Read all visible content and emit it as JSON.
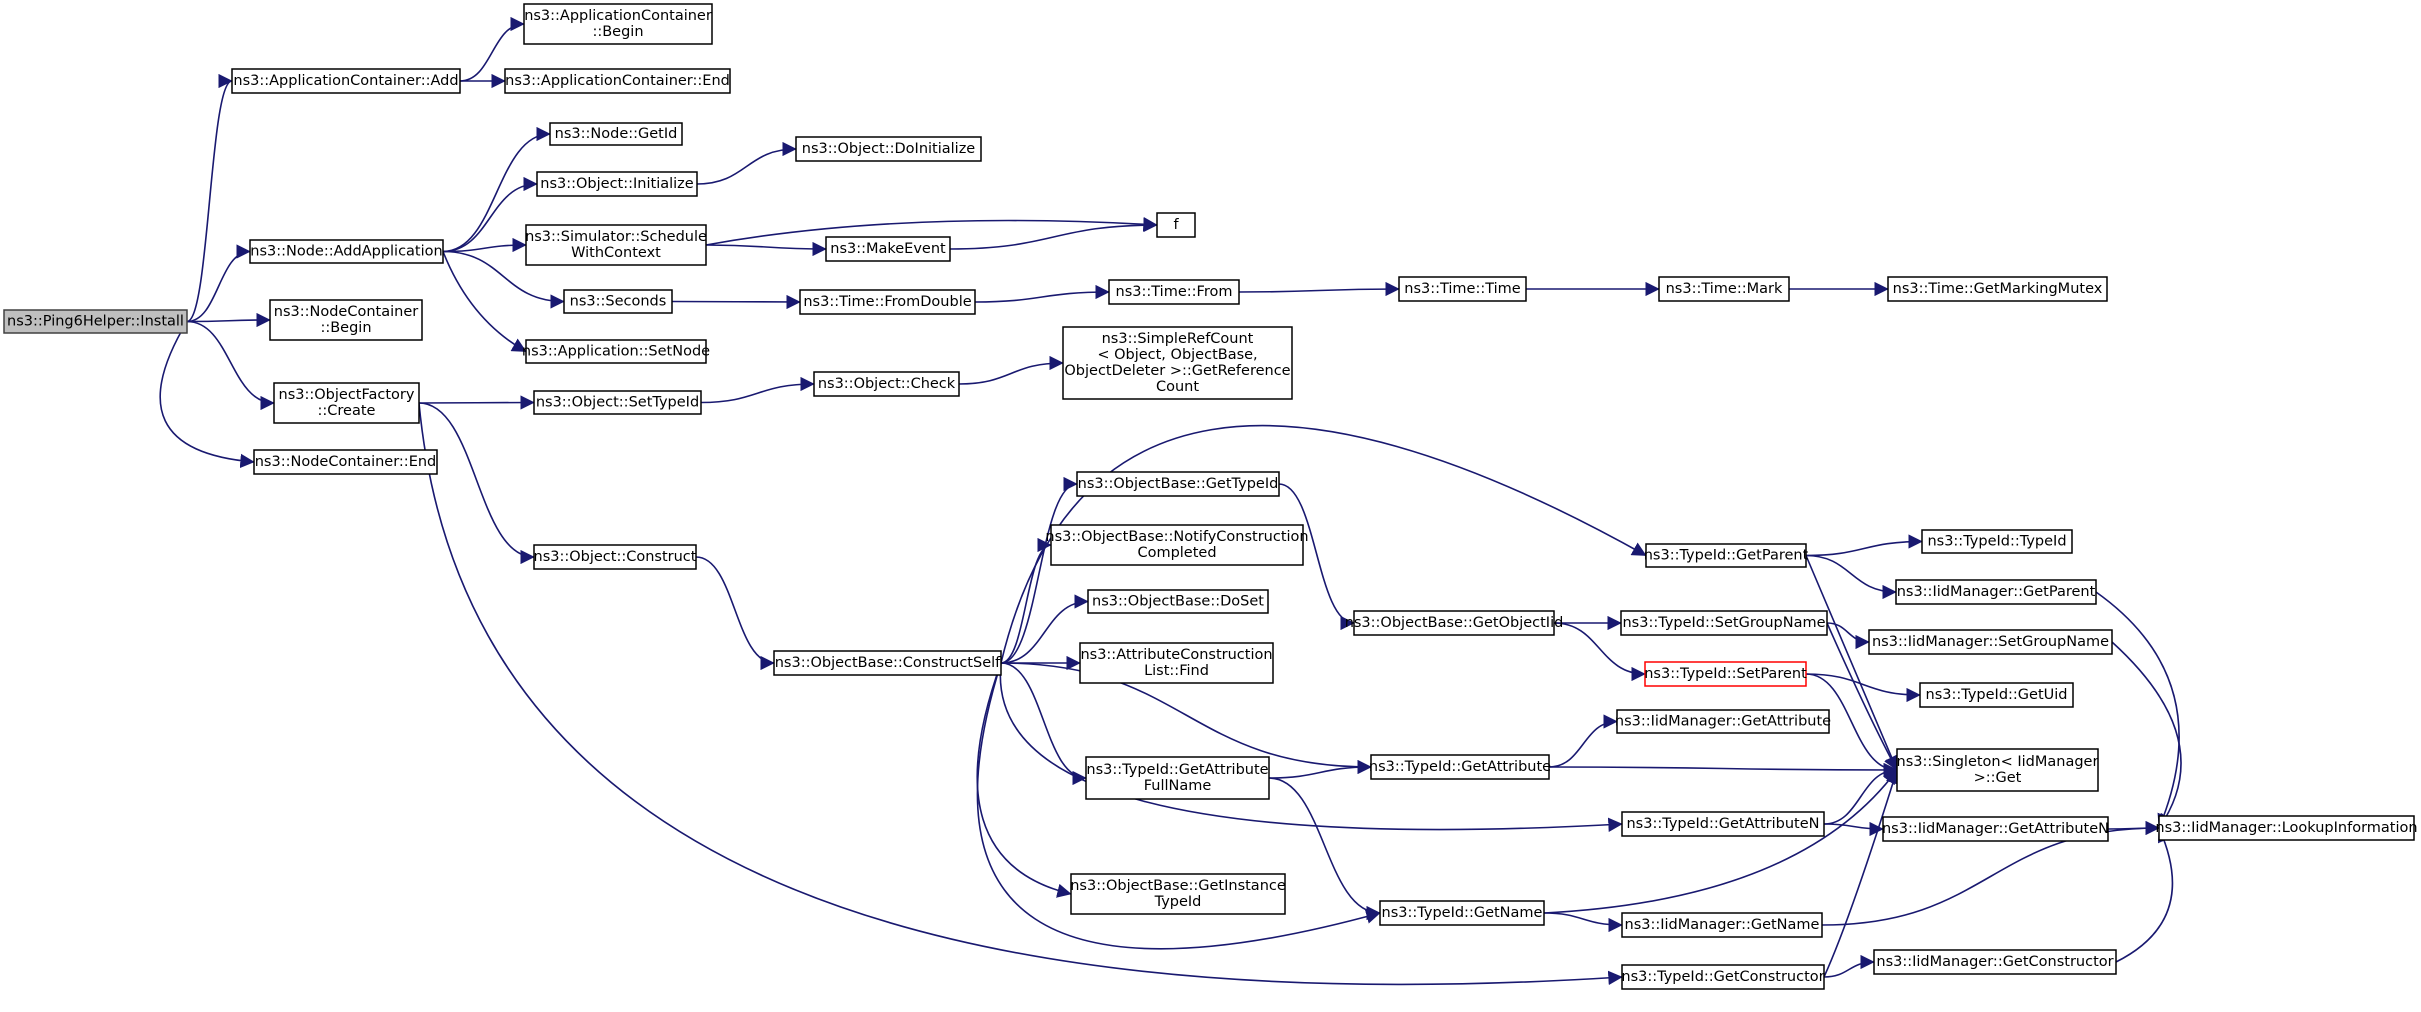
{
  "nodes": [
    {
      "id": "install",
      "lines": [
        "ns3::Ping6Helper::Install"
      ],
      "style": "root"
    },
    {
      "id": "appcont_begin",
      "lines": [
        "ns3::ApplicationContainer",
        "::Begin"
      ]
    },
    {
      "id": "appcont_add",
      "lines": [
        "ns3::ApplicationContainer::Add"
      ]
    },
    {
      "id": "appcont_end",
      "lines": [
        "ns3::ApplicationContainer::End"
      ]
    },
    {
      "id": "node_getid",
      "lines": [
        "ns3::Node::GetId"
      ]
    },
    {
      "id": "obj_doinit",
      "lines": [
        "ns3::Object::DoInitialize"
      ]
    },
    {
      "id": "obj_init",
      "lines": [
        "ns3::Object::Initialize"
      ]
    },
    {
      "id": "f",
      "lines": [
        "f"
      ]
    },
    {
      "id": "node_addapp",
      "lines": [
        "ns3::Node::AddApplication"
      ]
    },
    {
      "id": "sim_schedule",
      "lines": [
        "ns3::Simulator::Schedule",
        "WithContext"
      ]
    },
    {
      "id": "makeevent",
      "lines": [
        "ns3::MakeEvent"
      ]
    },
    {
      "id": "seconds",
      "lines": [
        "ns3::Seconds"
      ]
    },
    {
      "id": "time_fromdouble",
      "lines": [
        "ns3::Time::FromDouble"
      ]
    },
    {
      "id": "time_from",
      "lines": [
        "ns3::Time::From"
      ]
    },
    {
      "id": "time_time",
      "lines": [
        "ns3::Time::Time"
      ]
    },
    {
      "id": "time_mark",
      "lines": [
        "ns3::Time::Mark"
      ]
    },
    {
      "id": "time_getmutex",
      "lines": [
        "ns3::Time::GetMarkingMutex"
      ]
    },
    {
      "id": "nodecont_begin",
      "lines": [
        "ns3::NodeContainer",
        "::Begin"
      ]
    },
    {
      "id": "app_setnode",
      "lines": [
        "ns3::Application::SetNode"
      ]
    },
    {
      "id": "simplerefcount",
      "lines": [
        "ns3::SimpleRefCount",
        "< Object, ObjectBase,",
        " ObjectDeleter >::GetReference",
        "Count"
      ]
    },
    {
      "id": "objfactory_create",
      "lines": [
        "ns3::ObjectFactory",
        "::Create"
      ]
    },
    {
      "id": "obj_settypeid",
      "lines": [
        "ns3::Object::SetTypeId"
      ]
    },
    {
      "id": "obj_check",
      "lines": [
        "ns3::Object::Check"
      ]
    },
    {
      "id": "nodecont_end",
      "lines": [
        "ns3::NodeContainer::End"
      ]
    },
    {
      "id": "objbase_gettypeid",
      "lines": [
        "ns3::ObjectBase::GetTypeId"
      ]
    },
    {
      "id": "obj_construct",
      "lines": [
        "ns3::Object::Construct"
      ]
    },
    {
      "id": "objbase_notify",
      "lines": [
        "ns3::ObjectBase::NotifyConstruction",
        "Completed"
      ]
    },
    {
      "id": "typeid_getparent",
      "lines": [
        "ns3::TypeId::GetParent"
      ]
    },
    {
      "id": "typeid_typeid",
      "lines": [
        "ns3::TypeId::TypeId"
      ]
    },
    {
      "id": "iid_getparent",
      "lines": [
        "ns3::IidManager::GetParent"
      ]
    },
    {
      "id": "objbase_doset",
      "lines": [
        "ns3::ObjectBase::DoSet"
      ]
    },
    {
      "id": "objbase_getobjectiid",
      "lines": [
        "ns3::ObjectBase::GetObjectIid"
      ]
    },
    {
      "id": "typeid_setgroupname",
      "lines": [
        "ns3::TypeId::SetGroupName"
      ]
    },
    {
      "id": "iid_setgroupname",
      "lines": [
        "ns3::IidManager::SetGroupName"
      ]
    },
    {
      "id": "objbase_constructself",
      "lines": [
        "ns3::ObjectBase::ConstructSelf"
      ]
    },
    {
      "id": "attrconst_find",
      "lines": [
        "ns3::AttributeConstruction",
        "List::Find"
      ]
    },
    {
      "id": "typeid_setparent",
      "lines": [
        "ns3::TypeId::SetParent"
      ],
      "style": "highlight"
    },
    {
      "id": "typeid_getuid",
      "lines": [
        "ns3::TypeId::GetUid"
      ]
    },
    {
      "id": "iid_getattribute",
      "lines": [
        "ns3::IidManager::GetAttribute"
      ]
    },
    {
      "id": "typeid_getattrfullname",
      "lines": [
        "ns3::TypeId::GetAttribute",
        "FullName"
      ]
    },
    {
      "id": "typeid_getattribute",
      "lines": [
        "ns3::TypeId::GetAttribute"
      ]
    },
    {
      "id": "singleton_get",
      "lines": [
        "ns3::Singleton< IidManager",
        " >::Get"
      ]
    },
    {
      "id": "typeid_getattributen",
      "lines": [
        "ns3::TypeId::GetAttributeN"
      ]
    },
    {
      "id": "iid_getattributen",
      "lines": [
        "ns3::IidManager::GetAttributeN"
      ]
    },
    {
      "id": "iid_lookup",
      "lines": [
        "ns3::IidManager::LookupInformation"
      ]
    },
    {
      "id": "objbase_getinstance",
      "lines": [
        "ns3::ObjectBase::GetInstance",
        "TypeId"
      ]
    },
    {
      "id": "typeid_getname",
      "lines": [
        "ns3::TypeId::GetName"
      ]
    },
    {
      "id": "iid_getname",
      "lines": [
        "ns3::IidManager::GetName"
      ]
    },
    {
      "id": "typeid_getconstructor",
      "lines": [
        "ns3::TypeId::GetConstructor"
      ]
    },
    {
      "id": "iid_getconstructor",
      "lines": [
        "ns3::IidManager::GetConstructor"
      ]
    }
  ],
  "edges": [
    [
      "install",
      "appcont_add"
    ],
    [
      "install",
      "node_addapp"
    ],
    [
      "install",
      "nodecont_begin"
    ],
    [
      "install",
      "objfactory_create"
    ],
    [
      "install",
      "nodecont_end"
    ],
    [
      "appcont_add",
      "appcont_begin"
    ],
    [
      "appcont_add",
      "appcont_end"
    ],
    [
      "node_addapp",
      "node_getid"
    ],
    [
      "node_addapp",
      "obj_init"
    ],
    [
      "node_addapp",
      "sim_schedule"
    ],
    [
      "node_addapp",
      "seconds"
    ],
    [
      "node_addapp",
      "app_setnode"
    ],
    [
      "obj_init",
      "obj_doinit"
    ],
    [
      "sim_schedule",
      "f"
    ],
    [
      "sim_schedule",
      "makeevent"
    ],
    [
      "makeevent",
      "f"
    ],
    [
      "seconds",
      "time_fromdouble"
    ],
    [
      "time_fromdouble",
      "time_from"
    ],
    [
      "time_from",
      "time_time"
    ],
    [
      "time_time",
      "time_mark"
    ],
    [
      "time_mark",
      "time_getmutex"
    ],
    [
      "objfactory_create",
      "obj_settypeid"
    ],
    [
      "objfactory_create",
      "obj_construct"
    ],
    [
      "objfactory_create",
      "typeid_getconstructor"
    ],
    [
      "obj_settypeid",
      "obj_check"
    ],
    [
      "obj_check",
      "simplerefcount"
    ],
    [
      "obj_construct",
      "objbase_constructself"
    ],
    [
      "objbase_constructself",
      "typeid_getparent"
    ],
    [
      "objbase_constructself",
      "objbase_gettypeid"
    ],
    [
      "objbase_constructself",
      "objbase_notify"
    ],
    [
      "objbase_constructself",
      "objbase_doset"
    ],
    [
      "objbase_constructself",
      "attrconst_find"
    ],
    [
      "objbase_constructself",
      "typeid_getattrfullname"
    ],
    [
      "objbase_constructself",
      "typeid_getattribute"
    ],
    [
      "objbase_constructself",
      "typeid_getattributen"
    ],
    [
      "objbase_constructself",
      "objbase_getinstance"
    ],
    [
      "objbase_constructself",
      "typeid_getname"
    ],
    [
      "objbase_gettypeid",
      "objbase_getobjectiid"
    ],
    [
      "objbase_getobjectiid",
      "typeid_setgroupname"
    ],
    [
      "objbase_getobjectiid",
      "typeid_setparent"
    ],
    [
      "typeid_getparent",
      "typeid_typeid"
    ],
    [
      "typeid_getparent",
      "iid_getparent"
    ],
    [
      "typeid_getparent",
      "singleton_get"
    ],
    [
      "typeid_setgroupname",
      "iid_setgroupname"
    ],
    [
      "typeid_setgroupname",
      "singleton_get"
    ],
    [
      "typeid_setparent",
      "typeid_getuid"
    ],
    [
      "typeid_setparent",
      "singleton_get"
    ],
    [
      "typeid_getattrfullname",
      "typeid_getattribute"
    ],
    [
      "typeid_getattrfullname",
      "typeid_getname"
    ],
    [
      "typeid_getattribute",
      "iid_getattribute"
    ],
    [
      "typeid_getattribute",
      "singleton_get"
    ],
    [
      "typeid_getattributen",
      "singleton_get"
    ],
    [
      "typeid_getattributen",
      "iid_getattributen"
    ],
    [
      "typeid_getname",
      "singleton_get"
    ],
    [
      "typeid_getname",
      "iid_getname"
    ],
    [
      "typeid_getconstructor",
      "singleton_get"
    ],
    [
      "typeid_getconstructor",
      "iid_getconstructor"
    ],
    [
      "iid_getparent",
      "iid_lookup"
    ],
    [
      "iid_setgroupname",
      "iid_lookup"
    ],
    [
      "iid_getattributen",
      "iid_lookup"
    ],
    [
      "iid_getname",
      "iid_lookup"
    ],
    [
      "iid_getconstructor",
      "iid_lookup"
    ]
  ]
}
